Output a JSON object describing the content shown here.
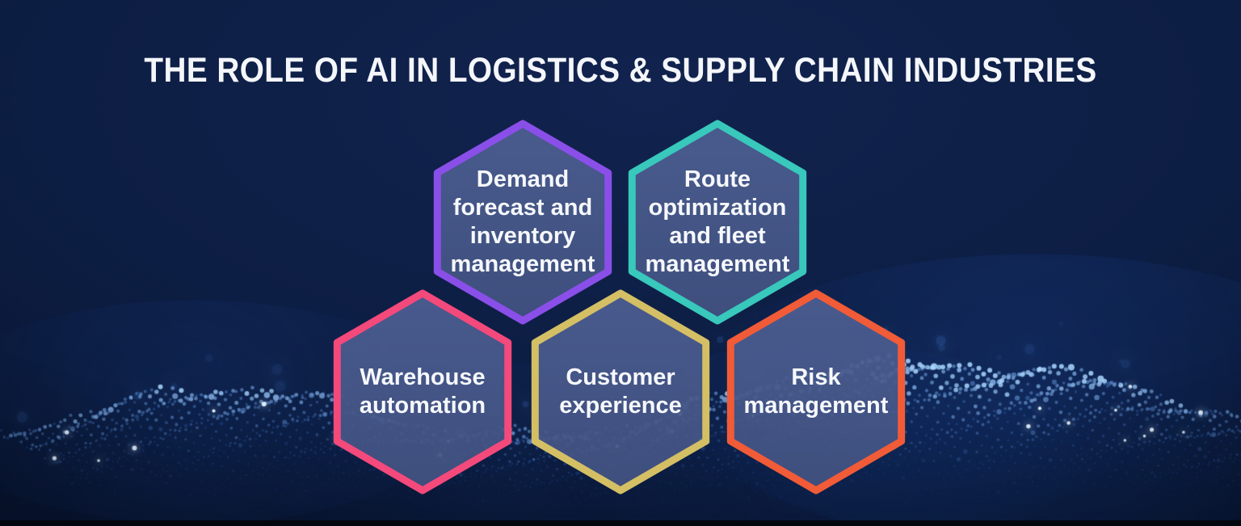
{
  "title": "THE ROLE OF AI IN LOGISTICS & SUPPLY CHAIN INDUSTRIES",
  "colors": {
    "background_center": "#0d1e44",
    "background_edge": "#060f28",
    "hexagon_fill_top": "#4d5e92",
    "hexagon_fill_bottom": "#425281",
    "title_color": "#f4f6fa",
    "label_color": "#f6f8fc",
    "particle_blue": "#2e7ce6"
  },
  "hexagons": [
    {
      "id": "demand-forecast",
      "label": "Demand forecast and inventory management",
      "border_color": "#8a4fe8"
    },
    {
      "id": "route-optimization",
      "label": "Route optimization and fleet management",
      "border_color": "#38c8bc"
    },
    {
      "id": "warehouse-automation",
      "label": "Warehouse automation",
      "border_color": "#f4497b"
    },
    {
      "id": "customer-experience",
      "label": "Customer experience",
      "border_color": "#d4bf65"
    },
    {
      "id": "risk-management",
      "label": "Risk management",
      "border_color": "#f15b38"
    }
  ]
}
